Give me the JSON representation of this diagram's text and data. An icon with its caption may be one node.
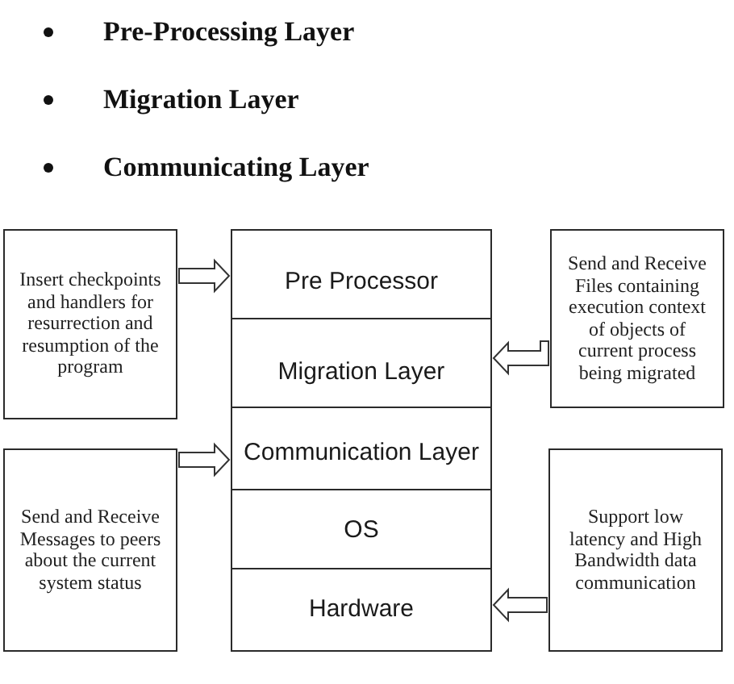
{
  "diagram": {
    "nodes": [
      {
        "text": [
          "Insert checkpoints and handlers for resurrection and resumption of the program"
        ]
      },
      {
        "text": [
          "Pre Processor"
        ]
      },
      {
        "text": [
          "Send and Receive Files containing execution context of objects of current process being migrated"
        ]
      },
      {
        "text": [
          "Migration Layer"
        ]
      },
      {
        "text": [
          "Send and Receive Messages to peers about the current system status"
        ]
      },
      {
        "text": [
          "Communication Layer"
        ]
      },
      {
        "text": [
          "Support low latency and High Bandwidth data communication"
        ]
      },
      {
        "text": [
          "OS"
        ]
      },
      {
        "text": [
          "Hardware"
        ]
      }
    ],
    "edges": [
      {
        "from": 0,
        "to": 1,
        "arrow": "to"
      },
      {
        "from": 2,
        "to": 3,
        "arrow": "to"
      },
      {
        "from": 4,
        "to": 5,
        "arrow": "to"
      },
      {
        "from": 6,
        "to": 8,
        "arrow": "to"
      }
    ],
    "labels": [
      "Pre-Processing Layer",
      "Migration Layer",
      "Communicating Layer"
    ]
  }
}
